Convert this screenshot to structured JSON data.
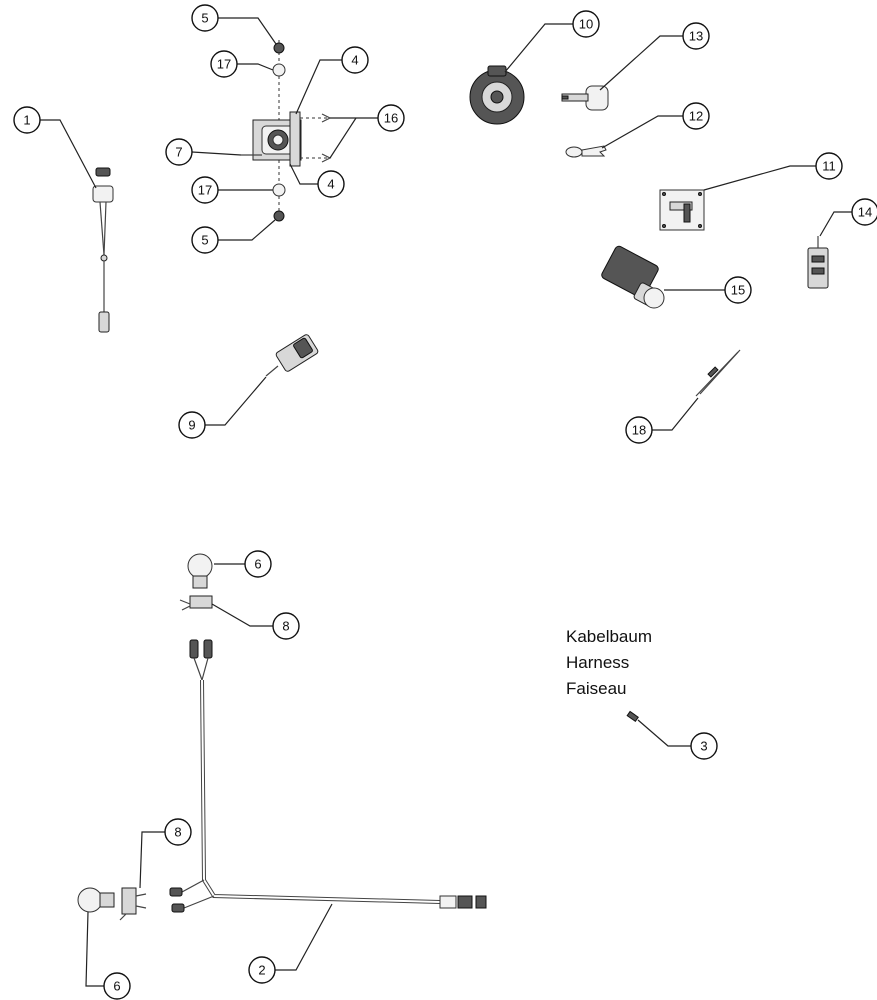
{
  "harness_label": {
    "german": "Kabelbaum",
    "english": "Harness",
    "french": "Faiseau"
  },
  "callouts": {
    "c1": "1",
    "c2": "2",
    "c3": "3",
    "c4a": "4",
    "c4b": "4",
    "c5a": "5",
    "c5b": "5",
    "c6a": "6",
    "c6b": "6",
    "c7": "7",
    "c8a": "8",
    "c8b": "8",
    "c9": "9",
    "c10": "10",
    "c11": "11",
    "c12": "12",
    "c13": "13",
    "c14": "14",
    "c15": "15",
    "c16": "16",
    "c17a": "17",
    "c17b": "17",
    "c18": "18"
  }
}
